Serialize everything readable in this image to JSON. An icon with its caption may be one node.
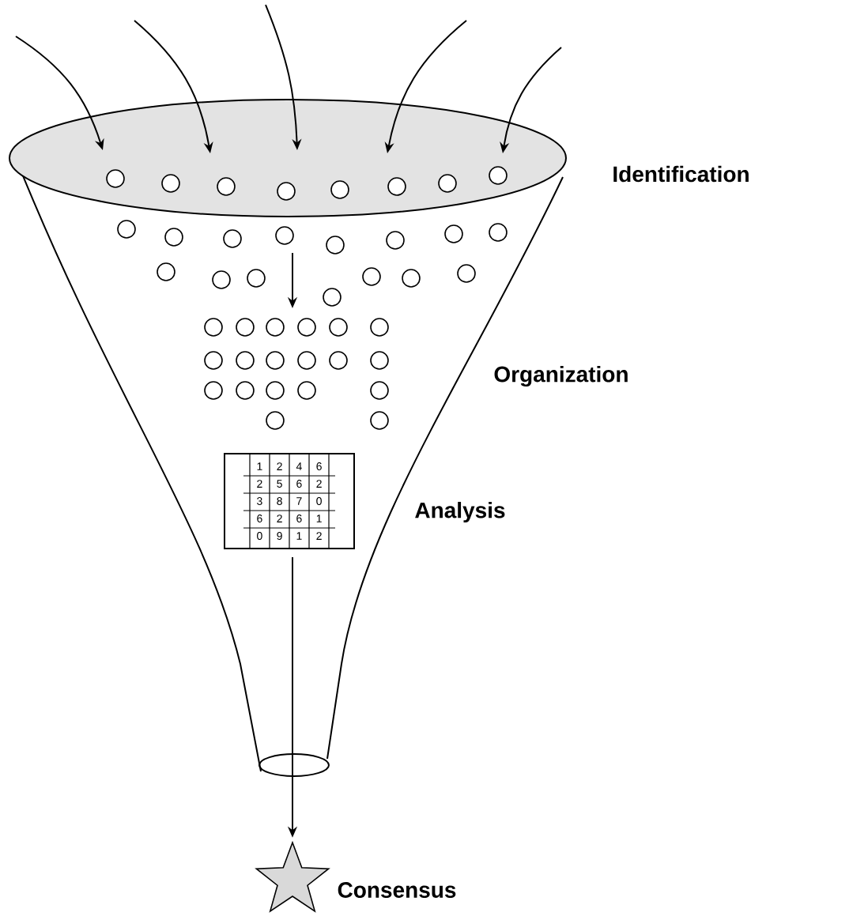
{
  "diagram": {
    "nodes": [
      {
        "text": [],
        "shape": "ellipse"
      },
      {
        "text": [],
        "shape": "box"
      },
      {
        "text": [],
        "shape": "star",
        "beside": [
          "Consensus"
        ]
      }
    ],
    "edges": [
      {
        "from": null,
        "to": 0,
        "arrow": "to"
      },
      {
        "from": null,
        "to": 0,
        "arrow": "to"
      },
      {
        "from": null,
        "to": 0,
        "arrow": "to"
      },
      {
        "from": null,
        "to": 0,
        "arrow": "to"
      },
      {
        "from": null,
        "to": 0,
        "arrow": "to"
      },
      {
        "from": 1,
        "to": 2,
        "arrow": "to"
      }
    ],
    "labels": [
      "Identification",
      "Organization",
      "Analysis",
      "1",
      "2",
      "4",
      "6",
      "2",
      "5",
      "6",
      "2",
      "3",
      "8",
      "7",
      "0",
      "6",
      "2",
      "6",
      "1",
      "0",
      "9",
      "1",
      "2"
    ]
  }
}
